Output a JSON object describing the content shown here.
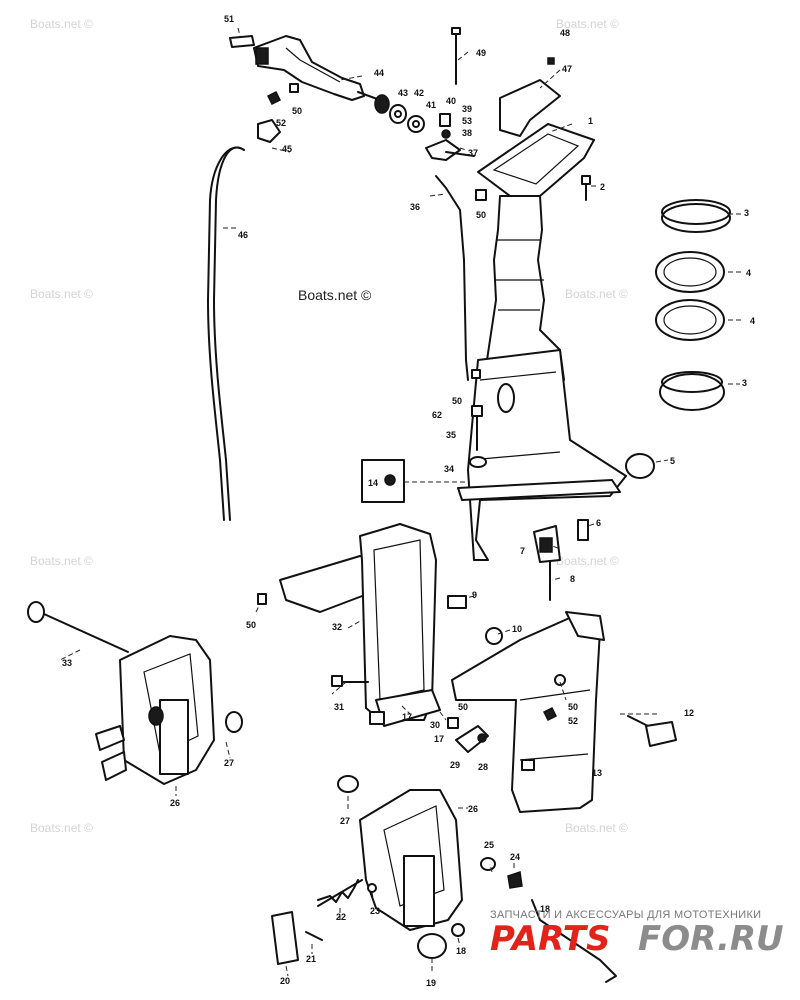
{
  "watermark": {
    "text": "Boats.net ©",
    "dark_text": "Boats.net ©"
  },
  "banner": {
    "subtitle": "ЗАПЧАСТИ И АКСЕССУАРЫ ДЛЯ МОТОТЕХНИКИ",
    "brand_left": "PARTS",
    "brand_right": "FOR.RU",
    "colors": {
      "red": "#e2231a",
      "gray": "#8c8c8c"
    }
  },
  "callouts": {
    "n1": "1",
    "n2": "2",
    "n3a": "3",
    "n3b": "3",
    "n4a": "4",
    "n4b": "4",
    "n5": "5",
    "n6": "6",
    "n7": "7",
    "n8": "8",
    "n9": "9",
    "n10": "10",
    "n12": "12",
    "n13": "13",
    "n14": "14",
    "n17a": "17",
    "n17b": "17",
    "n18a": "18",
    "n18b": "18",
    "n19": "19",
    "n20": "20",
    "n21": "21",
    "n22": "22",
    "n23": "23",
    "n24": "24",
    "n25": "25",
    "n26a": "26",
    "n26b": "26",
    "n27a": "27",
    "n27b": "27",
    "n28": "28",
    "n29": "29",
    "n30": "30",
    "n31": "31",
    "n32": "32",
    "n33": "33",
    "n34": "34",
    "n35": "35",
    "n36": "36",
    "n37": "37",
    "n38": "38",
    "n39": "39",
    "n40": "40",
    "n41": "41",
    "n42": "42",
    "n43": "43",
    "n44": "44",
    "n45": "45",
    "n46": "46",
    "n47": "47",
    "n48": "48",
    "n49": "49",
    "n50a": "50",
    "n50b": "50",
    "n50c": "50",
    "n50d": "50",
    "n50e": "50",
    "n50f": "50",
    "n51": "51",
    "n52a": "52",
    "n52b": "52",
    "n53": "53",
    "n62": "62"
  }
}
